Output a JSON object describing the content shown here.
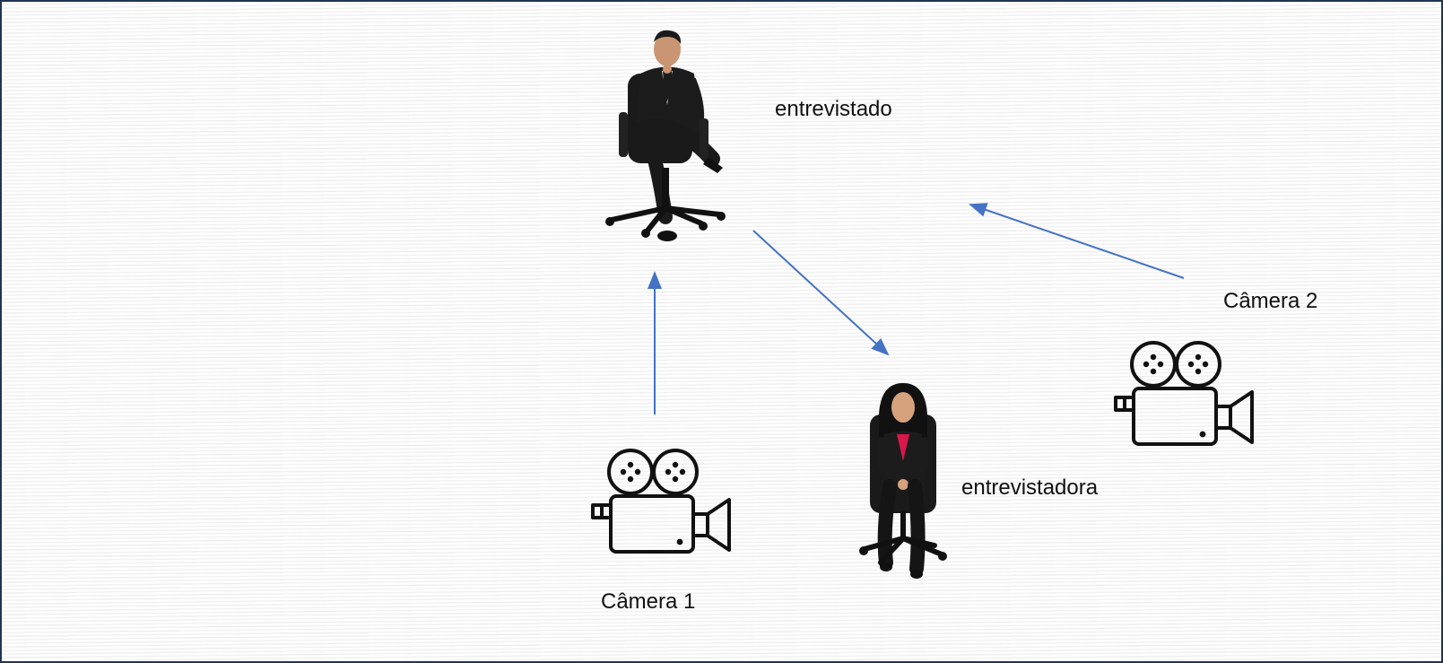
{
  "labels": {
    "interviewee": "entrevistado",
    "interviewer": "entrevistadora",
    "camera1": "Câmera 1",
    "camera2": "Câmera 2"
  },
  "icons": {
    "camera1": "film-camera-icon",
    "camera2": "film-camera-icon",
    "interviewee": "seated-man-photo",
    "interviewer": "seated-woman-photo"
  },
  "colors": {
    "arrow": "#4472c4",
    "frame": "#1f3550"
  }
}
